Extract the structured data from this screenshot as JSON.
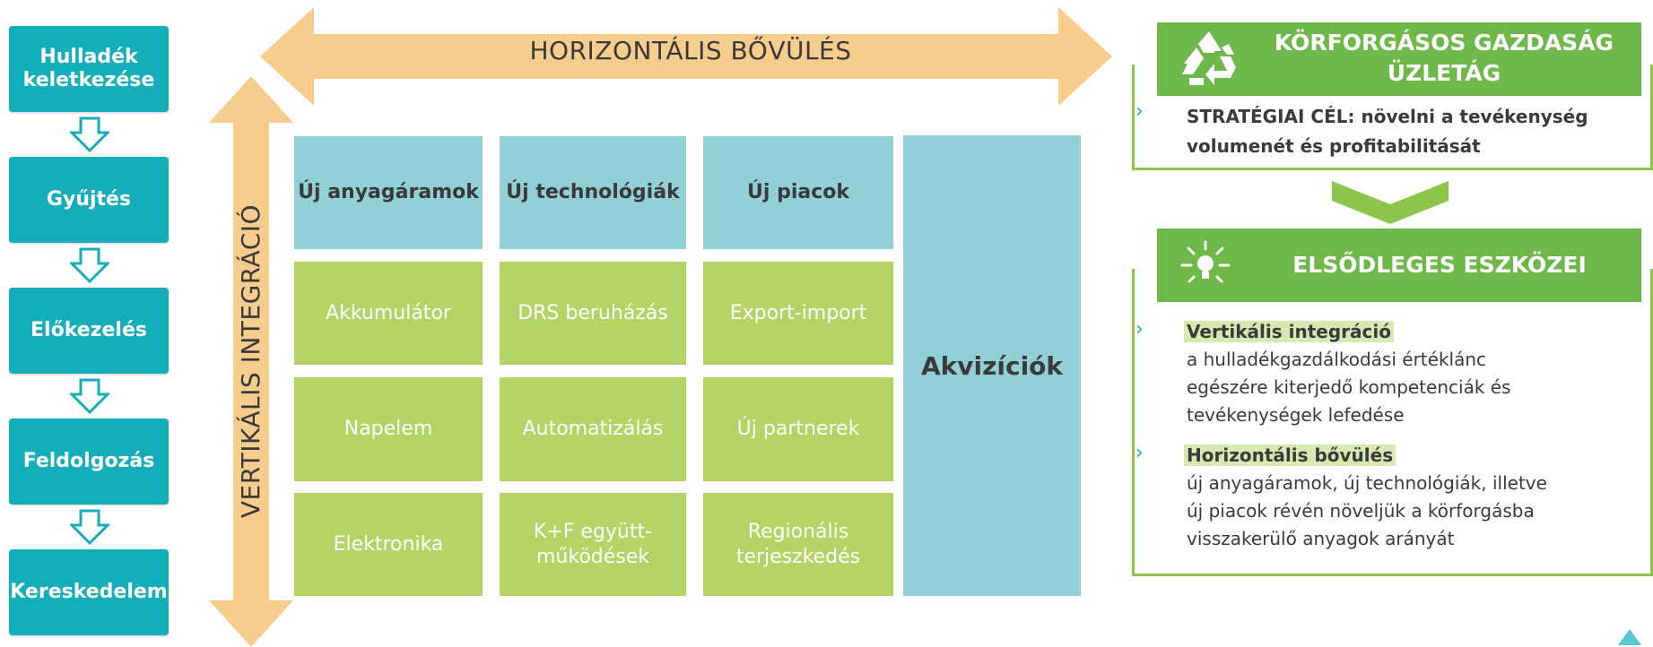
{
  "process_steps": [
    "Hulladék keletkezése",
    "Gyűjtés",
    "Előkezelés",
    "Feldolgozás",
    "Kereskedelem"
  ],
  "horizontal_title": "HORIZONTÁLIS BŐVÜLÉS",
  "vertical_title": "VERTIKÁLIS INTEGRÁCIÓ",
  "grid": {
    "headers": [
      "Új anyagáramok",
      "Új technológiák",
      "Új piacok"
    ],
    "rows": [
      [
        "Akkumulátor",
        "DRS beruházás",
        "Export-import"
      ],
      [
        "Napelem",
        "Automatizálás",
        "Új partnerek"
      ],
      [
        "Elektronika",
        "K+F együtt-működések",
        "Regionális terjeszkedés"
      ]
    ],
    "acquisitions": "Akvizíciók"
  },
  "right_panel": {
    "business_title_line1": "KÖRFORGÁSOS GAZDASÁG",
    "business_title_line2": "ÜZLETÁG",
    "recycle_icon": "recycle-icon",
    "strategic_goal_line1": "STRATÉGIAI CÉL: növelni a tevékenység",
    "strategic_goal_line2": "volumenét és profitabilitását",
    "tools_title": "ELSŐDLEGES ESZKÖZEI",
    "tools_icon": "lightbulb-icon",
    "bullet_mark": "›",
    "items": [
      {
        "title": "Vertikális integráció",
        "lines": [
          "a hulladékgazdálkodási értéklánc",
          "egészére kiterjedő kompetenciák és",
          "tevékenységek lefedése"
        ]
      },
      {
        "title": "Horizontális bővülés",
        "lines": [
          "új anyagáramok, új technológiák, illetve",
          "új piacok révén növeljük a körforgásba",
          "visszakerülő anyagok arányát"
        ]
      }
    ]
  },
  "colors": {
    "teal": "#14aebb",
    "light_teal": "#91d0d7",
    "lime": "#b3d465",
    "orange_arrow": "#f6cd8c",
    "green_banner": "#6eb84a",
    "green_border": "#8dc54b"
  }
}
